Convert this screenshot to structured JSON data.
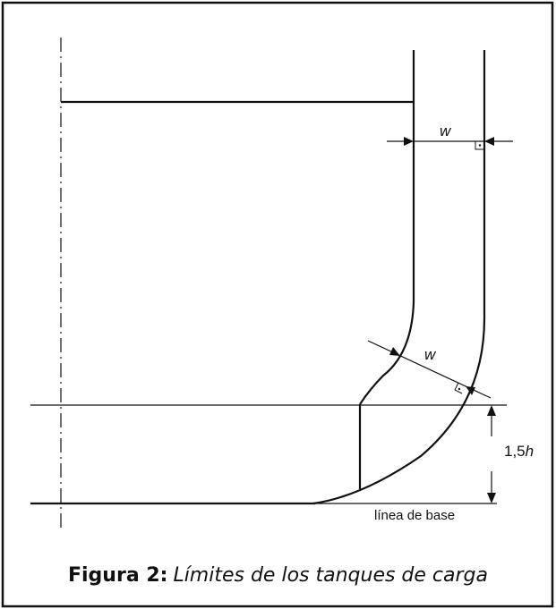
{
  "labels": {
    "width_top": "w",
    "width_diagonal": "w",
    "height_prefix": "1,5",
    "height_var": "h",
    "baseline": "línea de base"
  },
  "caption": {
    "label": "Figura 2:",
    "text": "Límites de los tanques de carga"
  }
}
